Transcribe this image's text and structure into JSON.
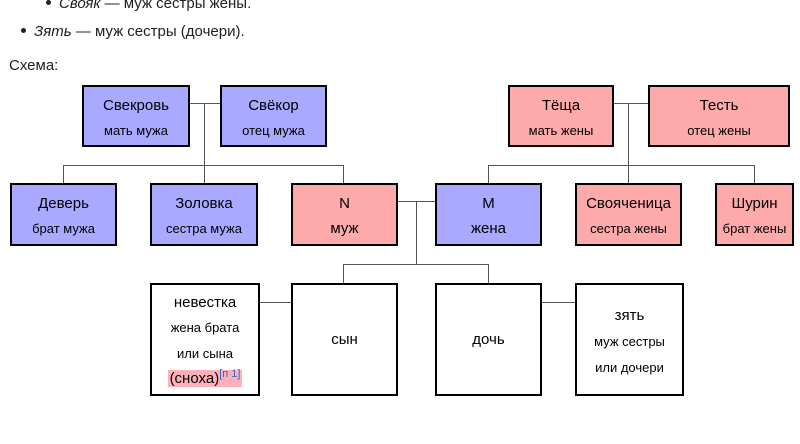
{
  "definitions": [
    {
      "term": "Свояк",
      "sep": " — ",
      "desc": "муж сестры жены."
    },
    {
      "term": "Зять",
      "sep": " — ",
      "desc": "муж сестры (дочери)."
    }
  ],
  "schema_label": "Схема:",
  "boxes": {
    "svekrov": {
      "main": "Свекровь",
      "sub": "мать мужа"
    },
    "svekor": {
      "main": "Свёкор",
      "sub": "отец мужа"
    },
    "tyosha": {
      "main": "Тёща",
      "sub": "мать жены"
    },
    "test": {
      "main": "Тесть",
      "sub": "отец жены"
    },
    "dever": {
      "main": "Деверь",
      "sub": "брат мужа"
    },
    "zolovka": {
      "main": "Золовка",
      "sub": "сестра мужа"
    },
    "n": {
      "main": "N",
      "sub": "муж"
    },
    "m": {
      "main": "M",
      "sub": "жена"
    },
    "svoyachenitsa": {
      "main": "Свояченица",
      "sub": "сестра жены"
    },
    "shurin": {
      "main": "Шурин",
      "sub": "брат жены"
    },
    "nevestka": {
      "main": "невестка",
      "line2": "жена брата",
      "line3": "или сына",
      "line4": "(сноха)",
      "note": "[п 1]"
    },
    "syn": {
      "main": "сын"
    },
    "doch": {
      "main": "дочь"
    },
    "zyat": {
      "main": "зять",
      "line2": "муж сестры",
      "line3": "или дочери"
    }
  },
  "colors": {
    "husband_side": "#a9a9ff",
    "wife_side": "#ffaaaa",
    "highlight": "#ffb0b8"
  }
}
